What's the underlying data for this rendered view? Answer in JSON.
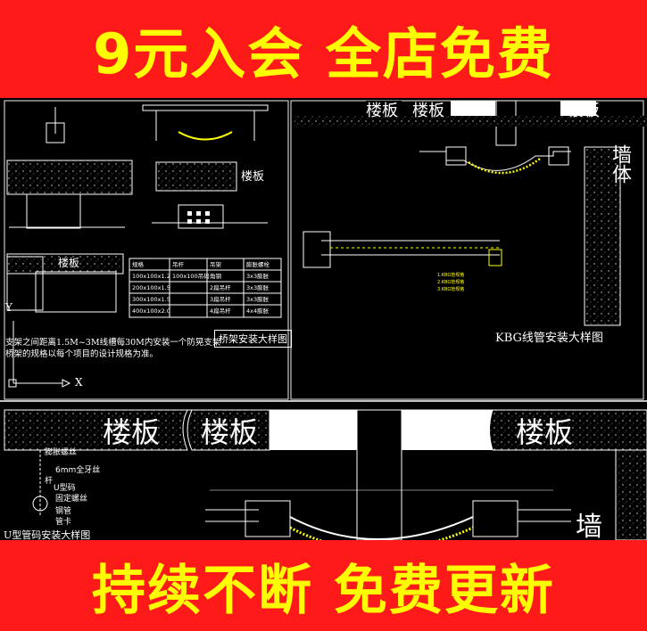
{
  "banner": {
    "top_text": "9元入会 全店免费",
    "bottom_text": "持续不断 免费更新",
    "bg_color": "#ff1a1a",
    "text_color": "#ffff00"
  },
  "cad": {
    "floor_slab_label": "楼板",
    "wall_label": "墙体",
    "wall_label_partial": "墙",
    "tray_title": "桥架安装大样图",
    "kbg_title": "KBG线管安装大样图",
    "table_header": [
      "规格",
      "吊杆",
      "吊架",
      "膨胀螺栓"
    ],
    "table_rows": [
      [
        "100x100x1.2",
        "100x100吊码",
        "角钢",
        "3x3膨胀"
      ],
      [
        "200x100x1.5",
        "",
        "2扁吊杆",
        "3x3膨胀"
      ],
      [
        "300x100x1.5",
        "",
        "3扁吊杆",
        "3x3膨胀"
      ],
      [
        "400x100x2.0",
        "",
        "4扁吊杆",
        "4x4膨胀"
      ]
    ],
    "note_line1": "支架之间距离1.5M~3M线槽每30M内安装一个防晃支架",
    "note_line2": "桥架的规格以每个项目的设计规格为准。",
    "bottom_left_caption": "U型管码安装大样图",
    "callouts": [
      "膨胀螺丝",
      "6mm全牙丝",
      "杆",
      "U型码",
      "固定螺丝",
      "钢管",
      "管卡"
    ],
    "axis_y": "Y",
    "axis_x": "X"
  }
}
